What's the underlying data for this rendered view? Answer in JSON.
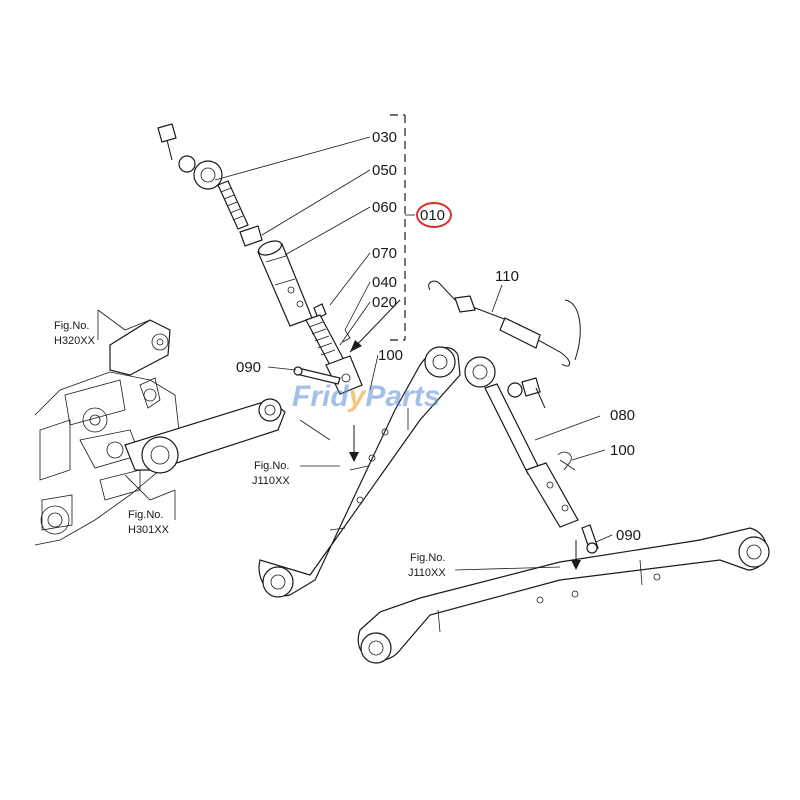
{
  "callouts": {
    "c030": "030",
    "c050": "050",
    "c060": "060",
    "c010": "010",
    "c070": "070",
    "c040": "040",
    "c020": "020",
    "c110": "110",
    "c100a": "100",
    "c090a": "090",
    "c080": "080",
    "c100b": "100",
    "c090b": "090"
  },
  "figure_refs": {
    "h320": {
      "line1": "Fig.No.",
      "line2": "H320XX"
    },
    "h301": {
      "line1": "Fig.No.",
      "line2": "H301XX"
    },
    "j110a": {
      "line1": "Fig.No.",
      "line2": "J110XX"
    },
    "j110b": {
      "line1": "Fig.No.",
      "line2": "J110XX"
    }
  },
  "watermark": {
    "part1": "Frid",
    "part2": "y",
    "part3": "Parts"
  },
  "colors": {
    "highlight_circle": "#d9302a",
    "line": "#1a1a1a",
    "watermark_blue": "#5a8cd7",
    "watermark_orange": "#ebaa3c"
  }
}
